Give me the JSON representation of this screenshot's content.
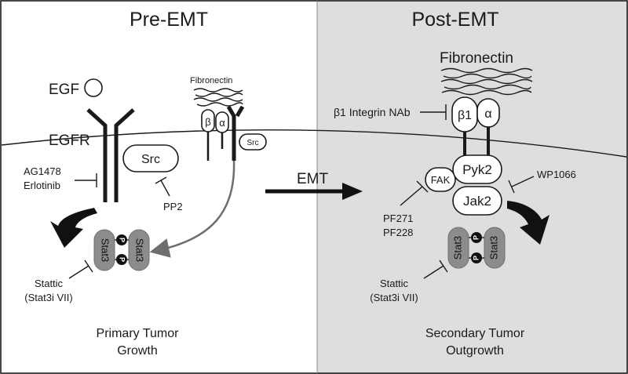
{
  "panels": {
    "pre": {
      "title": "Pre-EMT",
      "caption_line1": "Primary Tumor",
      "caption_line2": "Growth"
    },
    "post": {
      "title": "Post-EMT",
      "caption_line1": "Secondary Tumor",
      "caption_line2": "Outgrowth"
    }
  },
  "pre": {
    "egf": "EGF",
    "egfr": "EGFR",
    "src_main": "Src",
    "fibronectin": "Fibronectin",
    "beta": "β",
    "alpha": "α",
    "src_small": "Src",
    "inhibitor_egfr_1": "AG1478",
    "inhibitor_egfr_2": "Erlotinib",
    "inhibitor_src": "PP2",
    "stat_left": "Stat3",
    "stat_right": "Stat3",
    "p_top": "P",
    "p_bottom": "P",
    "stattic_1": "Stattic",
    "stattic_2": "(Stat3i VII)"
  },
  "transition": {
    "label": "EMT"
  },
  "post": {
    "fibronectin": "Fibronectin",
    "integrin_nab": "β1 Integrin NAb",
    "beta1": "β1",
    "alpha": "α",
    "fak": "FAK",
    "pyk2": "Pyk2",
    "jak2": "Jak2",
    "wp1066": "WP1066",
    "pf271": "PF271",
    "pf228": "PF228",
    "stat_left": "Stat3",
    "stat_right": "Stat3",
    "p_top": "P",
    "p_bottom": "P",
    "stattic_1": "Stattic",
    "stattic_2": "(Stat3i VII)"
  },
  "colors": {
    "post_background": "#dedede",
    "pre_background": "#ffffff",
    "stat_fill": "#8c8c8c",
    "line": "#1a1a1a"
  }
}
